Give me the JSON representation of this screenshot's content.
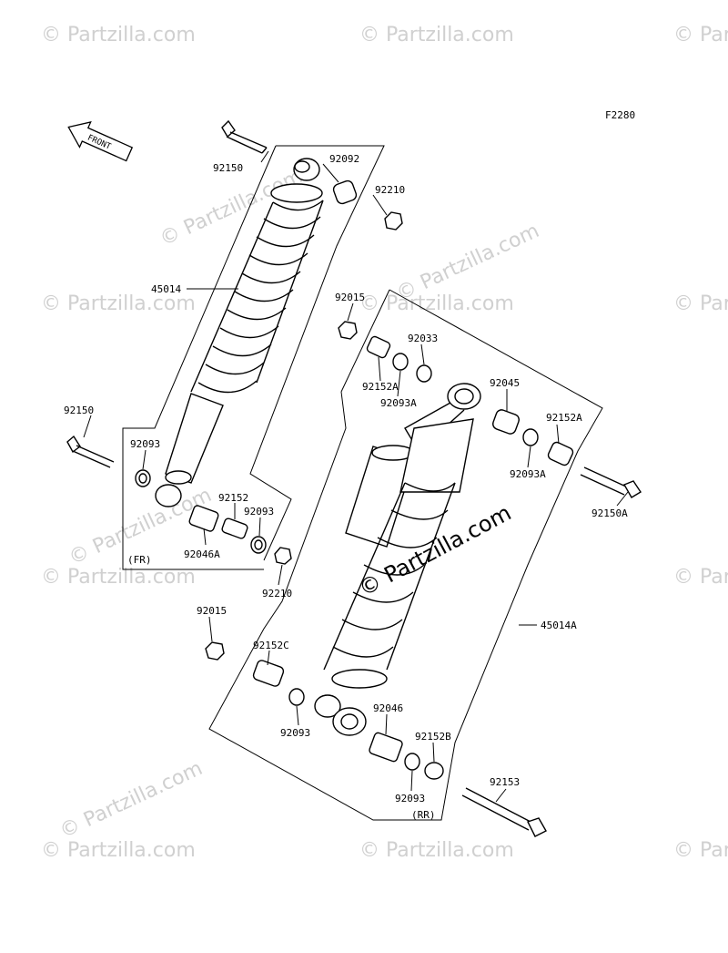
{
  "diagram": {
    "code": "F2280",
    "front_label": "FRONT",
    "watermark": "© Partzilla.com",
    "groups": {
      "front": "(FR)",
      "rear": "(RR)"
    },
    "labels": {
      "p92150_top": "92150",
      "p92092": "92092",
      "p92210_top": "92210",
      "p45014": "45014",
      "p92150_left": "92150",
      "p92093_fr1": "92093",
      "p92152": "92152",
      "p92093_fr2": "92093",
      "p92046A": "92046A",
      "p92210_bot": "92210",
      "p92015_top": "92015",
      "p92033": "92033",
      "p92152A_l": "92152A",
      "p92093A_l": "92093A",
      "p92045": "92045",
      "p92152A_r": "92152A",
      "p92093A_r": "92093A",
      "p92150A": "92150A",
      "p45014A": "45014A",
      "p92015_bot": "92015",
      "p92152C": "92152C",
      "p92093_rr": "92093",
      "p92046": "92046",
      "p92152B": "92152B",
      "p92093_rr2": "92093",
      "p92153": "92153"
    }
  }
}
